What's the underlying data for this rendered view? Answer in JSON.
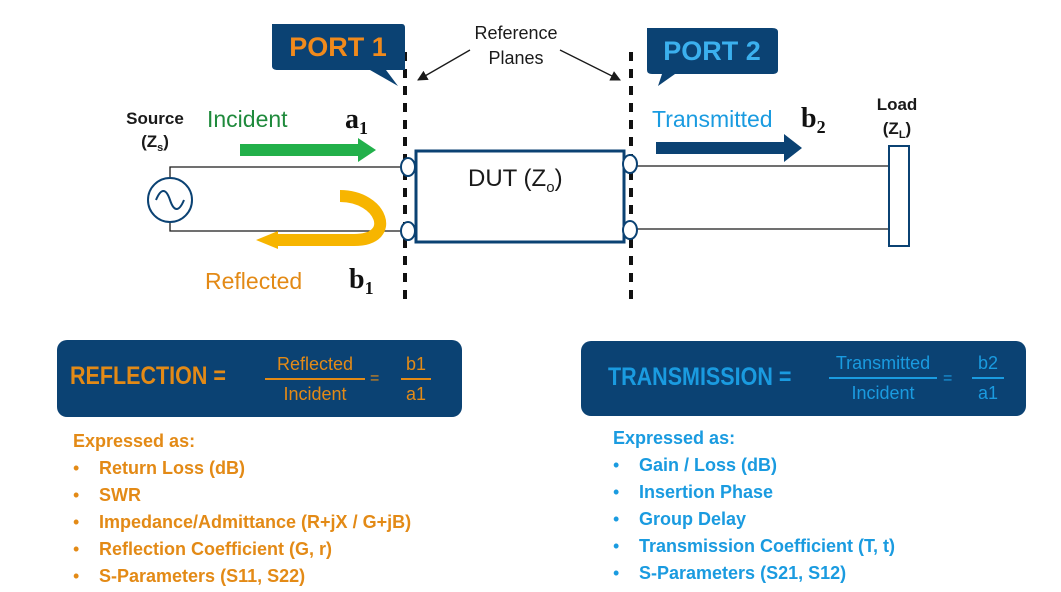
{
  "colors": {
    "navy": "#0b4273",
    "orange": "#e38a16",
    "blue": "#1a9be0",
    "green": "#1faa4c",
    "gold": "#f7b500",
    "dark_text": "#1a1a1a"
  },
  "port1": {
    "label": "PORT 1"
  },
  "port2": {
    "label": "PORT 2"
  },
  "reference_planes": {
    "line1": "Reference",
    "line2": "Planes"
  },
  "source": {
    "line1": "Source",
    "line2": "(Z",
    "sub": "s",
    "close": ")",
    "icon": "ac-source-icon"
  },
  "load": {
    "line1": "Load",
    "line2": "(Z",
    "sub": "L",
    "close": ")"
  },
  "dut": {
    "label": "DUT (Z",
    "sub": "o",
    "close": ")"
  },
  "incident": {
    "label": "Incident",
    "var": "a",
    "sub": "1"
  },
  "reflected": {
    "label": "Reflected",
    "var": "b",
    "sub": "1"
  },
  "transmitted": {
    "label": "Transmitted",
    "var": "b",
    "sub": "2"
  },
  "reflection": {
    "title": "REFLECTION =",
    "numerator": "Reflected",
    "denominator": "Incident",
    "equals": "=",
    "ratio_num": "b1",
    "ratio_den": "a1",
    "expressed_as": "Expressed as:",
    "items": [
      "Return Loss (dB)",
      "SWR",
      "Impedance/Admittance (R+jX / G+jB)",
      "Reflection Coefficient (G, r)",
      "S-Parameters (S11, S22)"
    ]
  },
  "transmission": {
    "title": "TRANSMISSION =",
    "numerator": "Transmitted",
    "denominator": "Incident",
    "equals": "=",
    "ratio_num": "b2",
    "ratio_den": "a1",
    "expressed_as": "Expressed as:",
    "items": [
      "Gain / Loss (dB)",
      "Insertion Phase",
      "Group Delay",
      "Transmission Coefficient (T, t)",
      "S-Parameters (S21, S12)"
    ]
  },
  "bullet": "•"
}
